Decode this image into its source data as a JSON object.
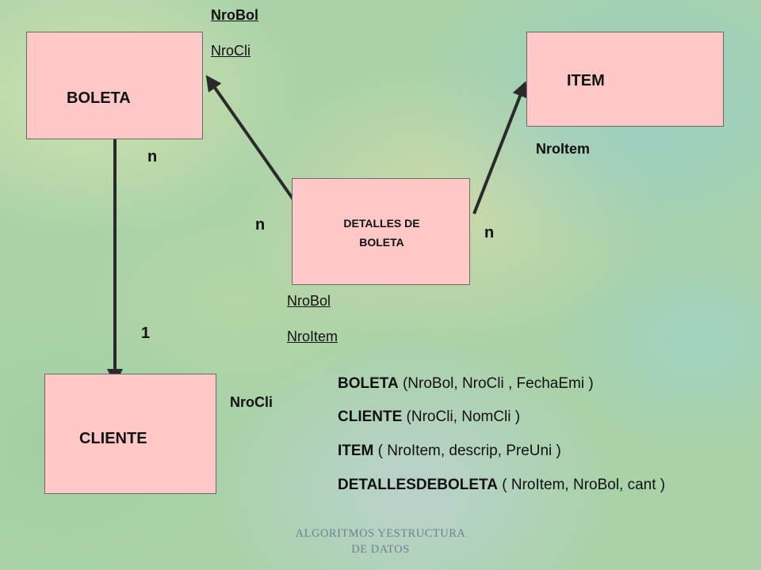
{
  "entities": {
    "boleta": "BOLETA",
    "item": "ITEM",
    "cliente": "CLIENTE",
    "detalles_line1": "DETALLES DE",
    "detalles_line2": "BOLETA"
  },
  "keys": {
    "boleta_pk": "NroBol",
    "boleta_fk": "NroCli",
    "item_key": "NroItem",
    "detalles_pk1": "NroBol",
    "detalles_pk2": "NroItem",
    "cliente_key": "NroCli"
  },
  "cardinality": {
    "boleta_to_cliente_boleta_side": "n",
    "boleta_to_cliente_cliente_side": "1",
    "detalles_to_boleta": "n",
    "detalles_to_item": "n"
  },
  "schema": [
    {
      "entity": "BOLETA",
      "attrs": " (NroBol, NroCli , FechaEmi )"
    },
    {
      "entity": "CLIENTE",
      "attrs": " (NroCli, NomCli )"
    },
    {
      "entity": "ITEM",
      "attrs": " ( NroItem, descrip, PreUni )"
    },
    {
      "entity": "DETALLESDEBOLETA",
      "attrs": " ( NroItem, NroBol, cant )"
    }
  ],
  "footer": {
    "line1": "ALGORITMOS YESTRUCTURA",
    "line2": "DE DATOS"
  },
  "colors": {
    "entity_fill": "#ffc8c8",
    "arrow": "#2a2a2a",
    "footer_text": "#6f7e8e"
  }
}
